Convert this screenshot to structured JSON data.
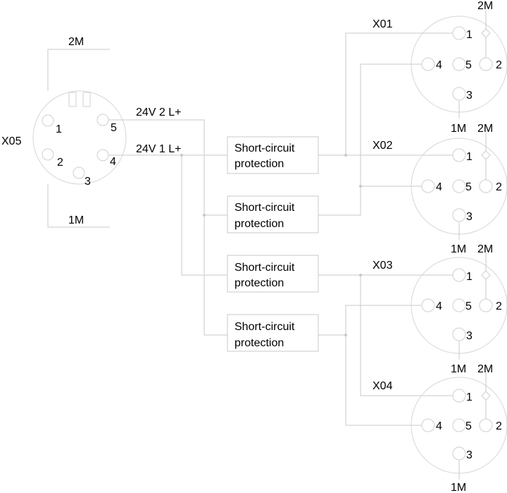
{
  "x05": {
    "name": "X05",
    "top_label": "2M",
    "bottom_label": "1M",
    "pins": [
      "1",
      "5",
      "2",
      "4",
      "3"
    ]
  },
  "supply": {
    "line2": "24V 2 L+",
    "line1": "24V 1 L+"
  },
  "protection_boxes": [
    {
      "line1": "Short-circuit",
      "line2": "protection"
    },
    {
      "line1": "Short-circuit",
      "line2": "protection"
    },
    {
      "line1": "Short-circuit",
      "line2": "protection"
    },
    {
      "line1": "Short-circuit",
      "line2": "protection"
    }
  ],
  "outputs": [
    {
      "name": "X01",
      "top": "2M",
      "bottom": "1M",
      "pins": [
        "1",
        "4",
        "5",
        "2",
        "3"
      ]
    },
    {
      "name": "X02",
      "top": "2M",
      "bottom": "1M",
      "pins": [
        "1",
        "4",
        "5",
        "2",
        "3"
      ]
    },
    {
      "name": "X03",
      "top": "2M",
      "bottom": "1M",
      "pins": [
        "1",
        "4",
        "5",
        "2",
        "3"
      ]
    },
    {
      "name": "X04",
      "top": "2M",
      "bottom": "1M",
      "pins": [
        "1",
        "4",
        "5",
        "2",
        "3"
      ]
    }
  ]
}
